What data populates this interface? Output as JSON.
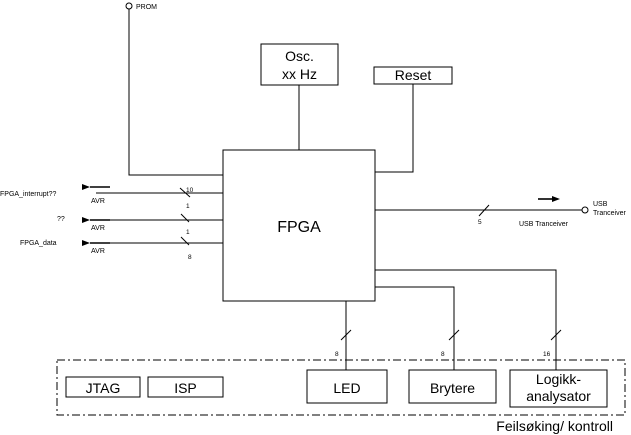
{
  "blocks": {
    "fpga": "FPGA",
    "osc_line1": "Osc.",
    "osc_line2": "xx Hz",
    "reset": "Reset",
    "jtag": "JTAG",
    "isp": "ISP",
    "led": "LED",
    "brytere": "Brytere",
    "logikk_line1": "Logikk-",
    "logikk_line2": "analysator"
  },
  "group_label": "Feilsøking/ kontroll",
  "prom_label": "PROM",
  "usb": {
    "bus_width": "5",
    "bus_label": "USB Tranceiver",
    "end_line1": "USB",
    "end_line2": "Tranceiver"
  },
  "left_signals": [
    {
      "name": "FPGA_interrupt??",
      "via": "AVR",
      "width": "10"
    },
    {
      "name": "??",
      "via": "AVR",
      "width": "1"
    },
    {
      "name": "FPGA_data",
      "via": "AVR",
      "width": "8"
    }
  ],
  "bottom_bus_widths": {
    "led": "8",
    "brytere": "8",
    "logikk": "16"
  }
}
